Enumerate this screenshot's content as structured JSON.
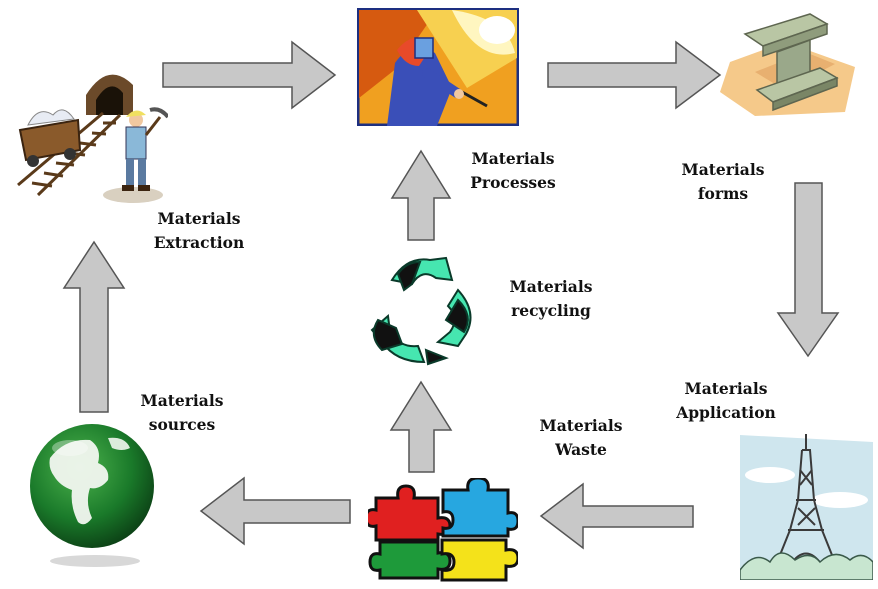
{
  "diagram": {
    "nodes": {
      "extraction": {
        "line1": "Materials",
        "line2": "Extraction",
        "icon": "mining-icon"
      },
      "processes": {
        "line1": "Materials",
        "line2": "Processes",
        "icon": "welder-icon"
      },
      "forms": {
        "line1": "Materials",
        "line2": "forms",
        "icon": "steel-beam-icon"
      },
      "application": {
        "line1": "Materials",
        "line2": "Application",
        "icon": "eiffel-tower-icon"
      },
      "waste": {
        "line1": "Materials",
        "line2": "Waste",
        "icon": "puzzle-icon"
      },
      "sources": {
        "line1": "Materials",
        "line2": "sources",
        "icon": "globe-icon"
      },
      "recycling": {
        "line1": "Materials",
        "line2": "recycling",
        "icon": "recycle-icon"
      }
    },
    "edges": [
      [
        "extraction",
        "processes"
      ],
      [
        "processes",
        "forms"
      ],
      [
        "forms",
        "application"
      ],
      [
        "application",
        "waste"
      ],
      [
        "waste",
        "sources"
      ],
      [
        "sources",
        "extraction"
      ],
      [
        "waste",
        "recycling"
      ],
      [
        "recycling",
        "processes"
      ]
    ],
    "colors": {
      "arrow_fill": "#c8c8c8",
      "arrow_stroke": "#555555",
      "recycle_green": "#46e6b0",
      "recycle_black": "#111111"
    }
  }
}
